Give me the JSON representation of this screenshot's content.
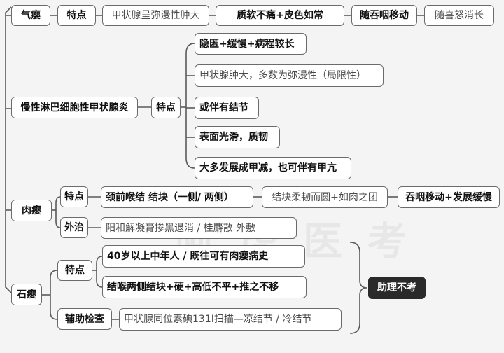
{
  "qi": {
    "title": "气瘿",
    "feature": "特点",
    "items": [
      "甲状腺呈弥漫性肿大",
      "质软不痛+皮色如常",
      "随吞咽移动",
      "随喜怒消长"
    ]
  },
  "lymph": {
    "title": "慢性淋巴细胞性甲状腺炎",
    "feature": "特点",
    "items": [
      "隐匿+缓慢+病程较长",
      "甲状腺肿大，多数为弥漫性（局限性）",
      "或伴有结节",
      "表面光滑，质韧",
      "大多发展成甲减，也可伴有甲亢"
    ]
  },
  "rou": {
    "title": "肉瘿",
    "feature": "特点",
    "feature_items": [
      "颈前喉结 结块（一侧/ 两侧）",
      "结块柔韧而圆+如肉之团",
      "吞咽移动+发展缓慢"
    ],
    "treat": "外治",
    "treat_item": "阳和解凝膏掺黑退消  /   桂麝散   外敷"
  },
  "shi": {
    "title": "石瘿",
    "feature": "特点",
    "feature_items": [
      "40岁以上中年人 / 既往可有肉瘿病史",
      "结喉两侧结块+硬+高低不平+推之不移"
    ],
    "aux": "辅助检查",
    "aux_item": "甲状腺同位素碘131I扫描—凉结节  /  冷结节"
  },
  "note": "助理不考",
  "colors": {
    "line": "#5a5a5a",
    "border": "#6b6b6b",
    "note_bg": "#2a2a2a"
  }
}
